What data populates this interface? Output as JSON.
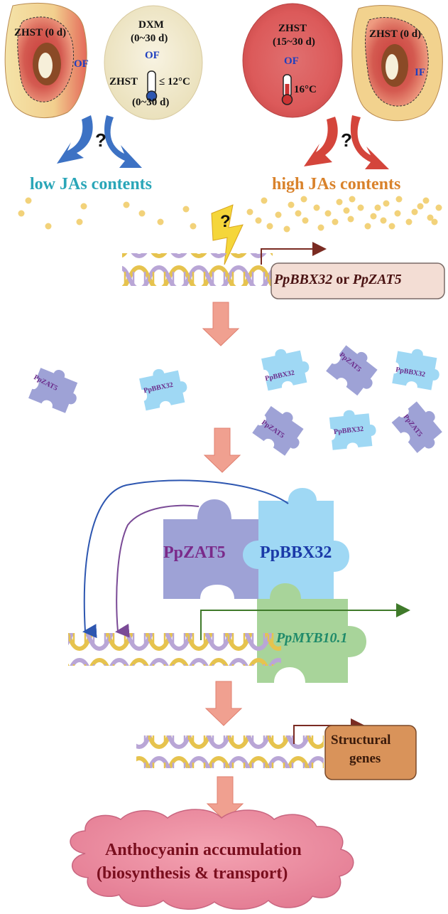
{
  "fruits": {
    "zhst_left": {
      "label": "ZHST (0 d)",
      "region": "OF"
    },
    "dxm": {
      "line1": "DXM",
      "line2": "(0~30 d)",
      "region": "OF",
      "cultivar": "ZHST",
      "temp": "≤ 12°C",
      "days": "(0~30 d)"
    },
    "zhst_storage": {
      "line1": "ZHST",
      "line2": "(15~30 d)",
      "region": "OF",
      "temp": "16°C"
    },
    "zhst_right": {
      "label": "ZHST (0 d)",
      "region": "IF"
    }
  },
  "question_mark": "?",
  "low_jas": "low JAs contents",
  "high_jas": "high JAs contents",
  "gene_box_1": {
    "gene_a": "PpBBX32",
    "joiner": "or",
    "gene_b": "PpZAT5"
  },
  "proteins": {
    "zat5": "PpZAT5",
    "bbx32": "PpBBX32"
  },
  "complex": {
    "zat5": "PpZAT5",
    "bbx32": "PpBBX32",
    "target": "PpMYB10.1"
  },
  "structural_box": {
    "line1": "Structural",
    "line2": "genes"
  },
  "result": {
    "line1": "Anthocyanin accumulation",
    "line2": "(biosynthesis & transport)"
  },
  "colors": {
    "low_arrow": "#3d72c4",
    "high_arrow": "#d4453b",
    "salmon_arrow": "#f0a090",
    "dot": "#f2d27a",
    "zat5_piece": "#9ea2d6",
    "bbx32_piece": "#9fd8f4",
    "myb_piece": "#a8d49a",
    "gene_box": "#f3ddd4",
    "structural_box": "#d9935a",
    "cloud": "#e9879b",
    "blue_line": "#2d56b0",
    "purple_line": "#7a4a96",
    "green_line": "#3f7a2a",
    "brown_line": "#7a2b22"
  }
}
